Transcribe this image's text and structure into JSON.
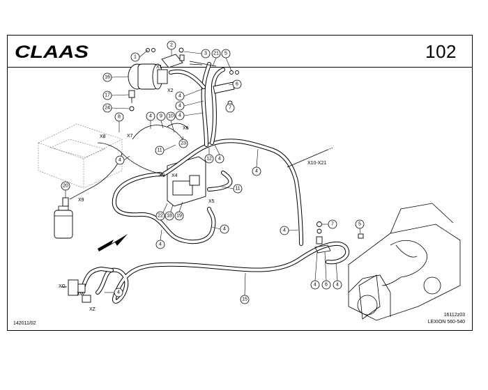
{
  "header": {
    "brand": "CLAAS",
    "page_number": "102"
  },
  "footer": {
    "left_code": "142011/02",
    "drawing_code": "16112z03",
    "model": "LEXION 560-540"
  },
  "connector_labels": {
    "x1": "X1",
    "x2": "X2",
    "x3": "X3",
    "x4": "X4",
    "x5": "X5",
    "x6": "X6",
    "x7": "X7",
    "x8": "X8",
    "x9": "X9",
    "x10_x21": "X10-X21",
    "xg": "XG",
    "xw": "XW",
    "xz": "XZ"
  },
  "callouts": {
    "c1": "1",
    "c2": "2",
    "c3": "3",
    "c21": "21",
    "c5a": "5",
    "c16": "16",
    "c6a": "6",
    "c17": "17",
    "c7a": "7",
    "c24": "24",
    "c4a": "4",
    "c4b": "4",
    "c4c": "4",
    "c8": "8",
    "c4d": "4",
    "c9": "9",
    "c10": "10",
    "c23": "23",
    "c11a": "11",
    "c12": "12",
    "c4e": "4",
    "c4f": "4",
    "c11b": "11",
    "c4g": "4",
    "c20": "20",
    "c22": "22",
    "c18": "18",
    "c19": "19",
    "c4h": "4",
    "c4i": "4",
    "c4j": "4",
    "c7b": "7",
    "c5b": "5",
    "c4k": "4",
    "c6b": "6",
    "c4l": "4",
    "c15": "15",
    "c4m": "4"
  },
  "icons": {
    "direction_arrow": "arrow-down-left-icon",
    "harvester": "combine-harvester-icon",
    "tank": "fuel-tank-icon"
  }
}
